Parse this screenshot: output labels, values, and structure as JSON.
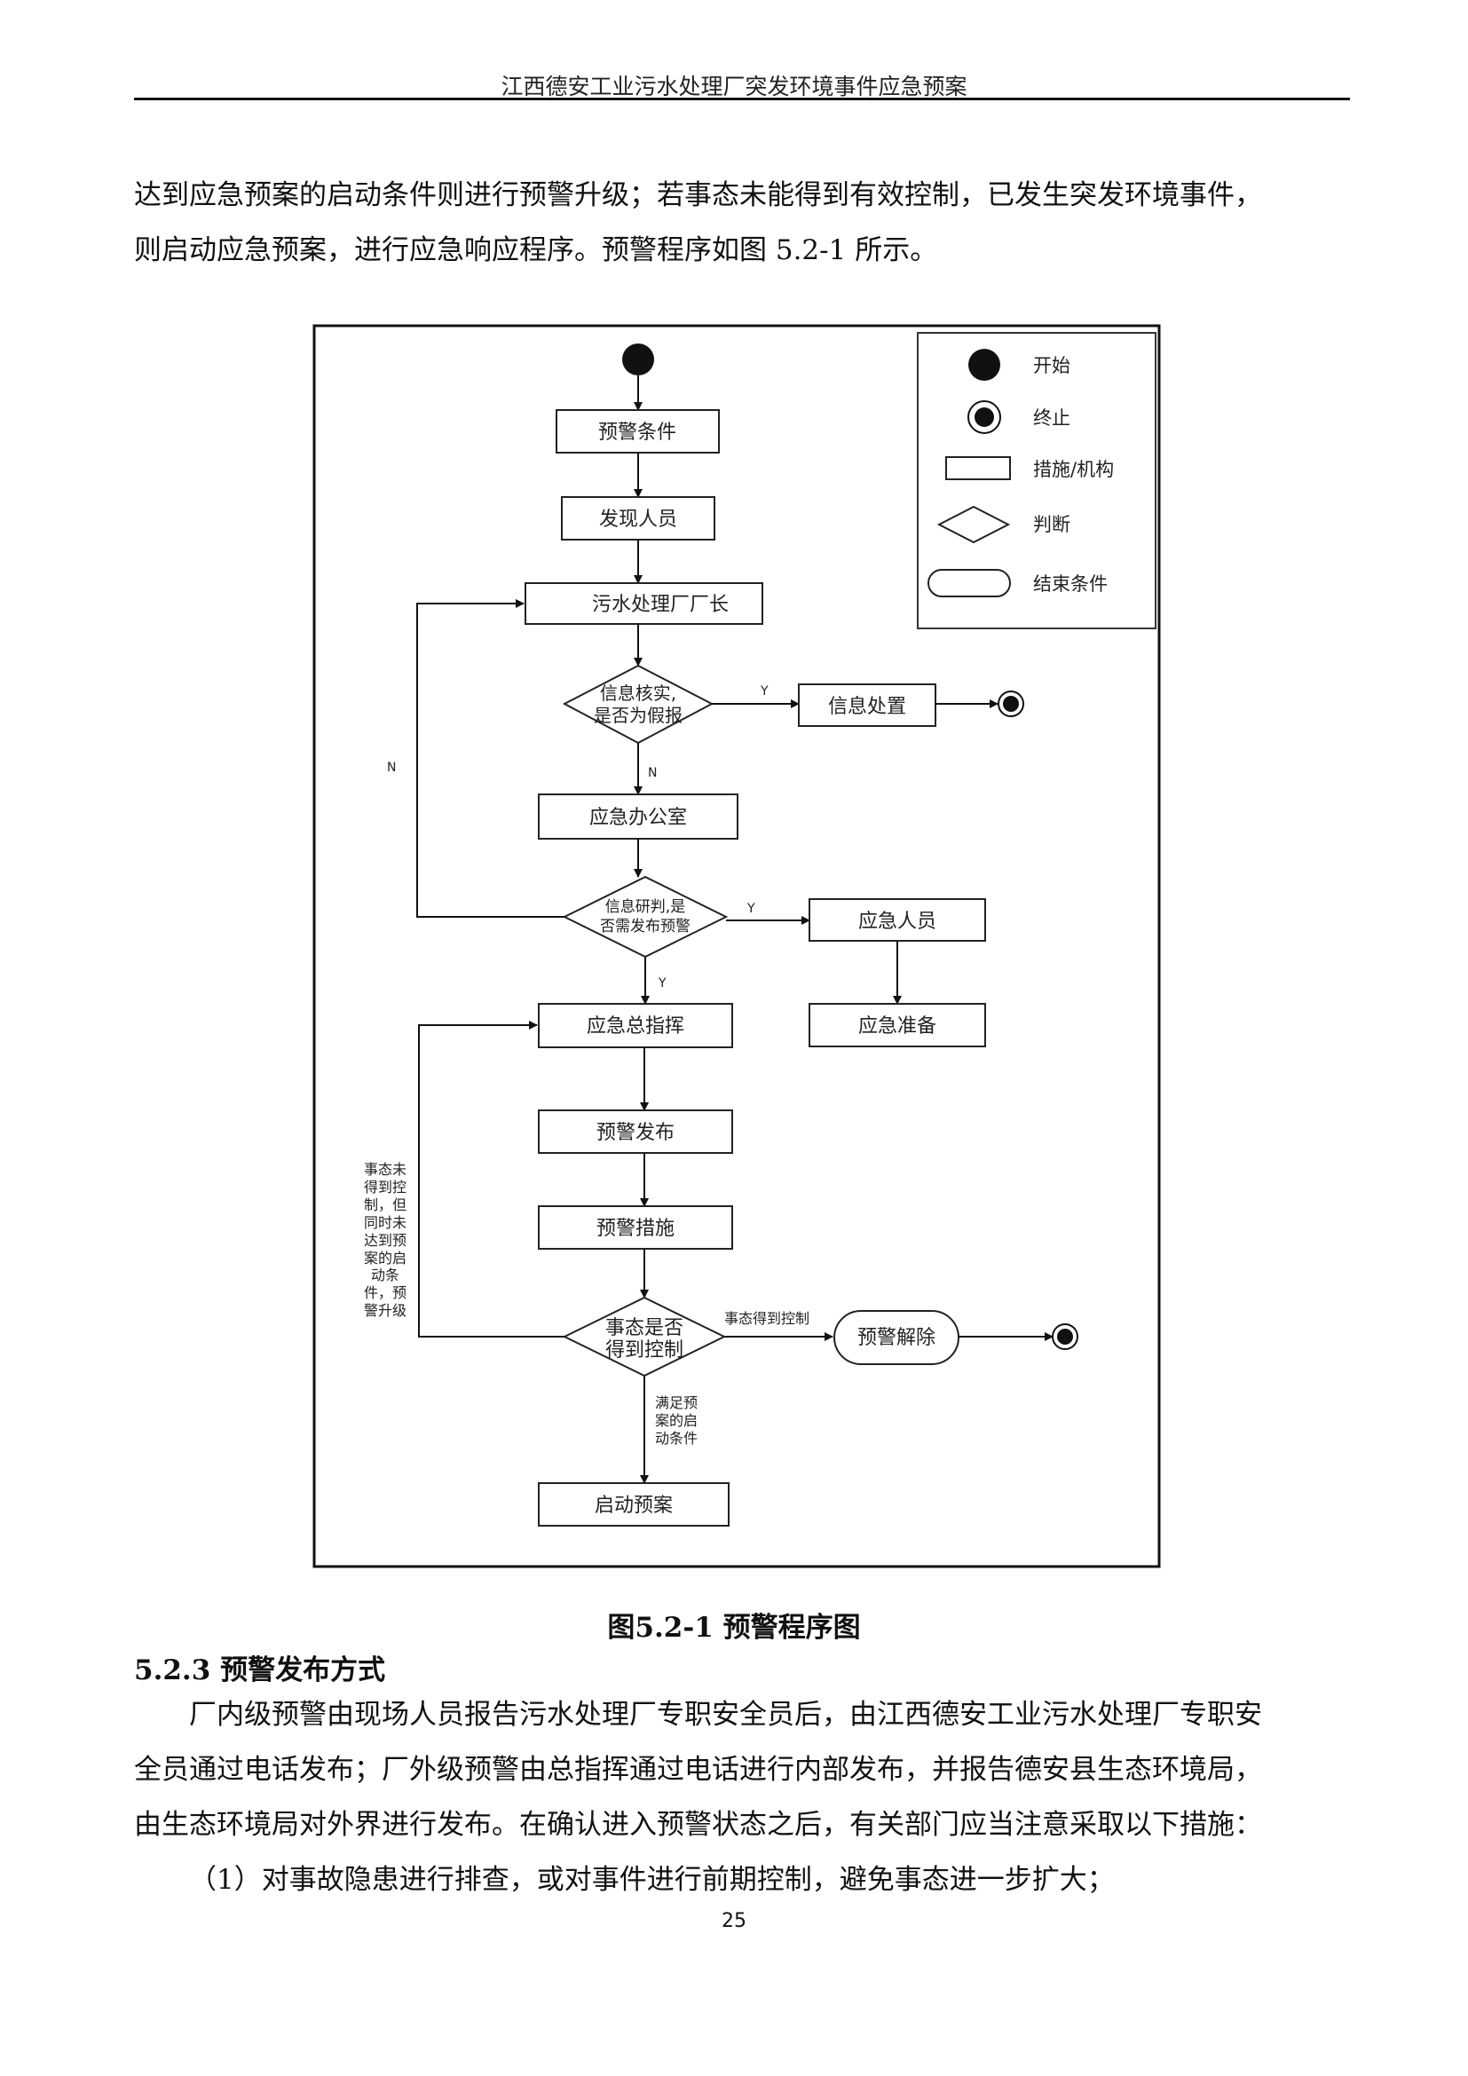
{
  "header": {
    "title": "江西德安工业污水处理厂突发环境事件应急预案"
  },
  "intro": {
    "line1": "达到应急预案的启动条件则进行预警升级；若事态未能得到有效控制，已发生突发环境事件，",
    "line2": "则启动应急预案，进行应急响应程序。预警程序如图 5.2-1 所示。"
  },
  "flowchart": {
    "nodes": {
      "warning_conditions": "预警条件",
      "discoverer": "发现人员",
      "plant_director": "污水处理厂厂长",
      "verify_line1": "信息核实,",
      "verify_line2": "是否为假报",
      "info_disposal": "信息处置",
      "emergency_office": "应急办公室",
      "judge_line1": "信息研判,是",
      "judge_line2": "否需发布预警",
      "emergency_personnel": "应急人员",
      "emergency_commander": "应急总指挥",
      "emergency_preparation": "应急准备",
      "warning_release": "预警发布",
      "warning_measures": "预警措施",
      "control_line1": "事态是否",
      "control_line2": "得到控制",
      "warning_lifted": "预警解除",
      "activate_plan": "启动预案"
    },
    "edge_labels": {
      "verify_yes": "Y",
      "verify_no": "N",
      "judge_no": "N",
      "judge_yes_right": "Y",
      "judge_yes_down": "Y",
      "controlled": "事态得到控制",
      "escalate": [
        "事态未",
        "得到控",
        "制，但",
        "同时未",
        "达到预",
        "案的启",
        "动条",
        "件，预",
        "警升级"
      ],
      "meet_conditions": [
        "满足预",
        "案的启",
        "动条件"
      ]
    },
    "legend": {
      "start": "开始",
      "end": "终止",
      "action": "措施/机构",
      "decision": "判断",
      "end_condition": "结束条件"
    }
  },
  "figure_caption": "图5.2-1  预警程序图",
  "section": {
    "heading": "5.2.3 预警发布方式",
    "para1_line1": "厂内级预警由现场人员报告污水处理厂专职安全员后，由江西德安工业污水处理厂专职安",
    "para1_line2": "全员通过电话发布；厂外级预警由总指挥通过电话进行内部发布，并报告德安县生态环境局，",
    "para1_line3": "由生态环境局对外界进行发布。在确认进入预警状态之后，有关部门应当注意采取以下措施：",
    "item1": "（1）对事故隐患进行排查，或对事件进行前期控制，避免事态进一步扩大；"
  },
  "page_number": "25"
}
